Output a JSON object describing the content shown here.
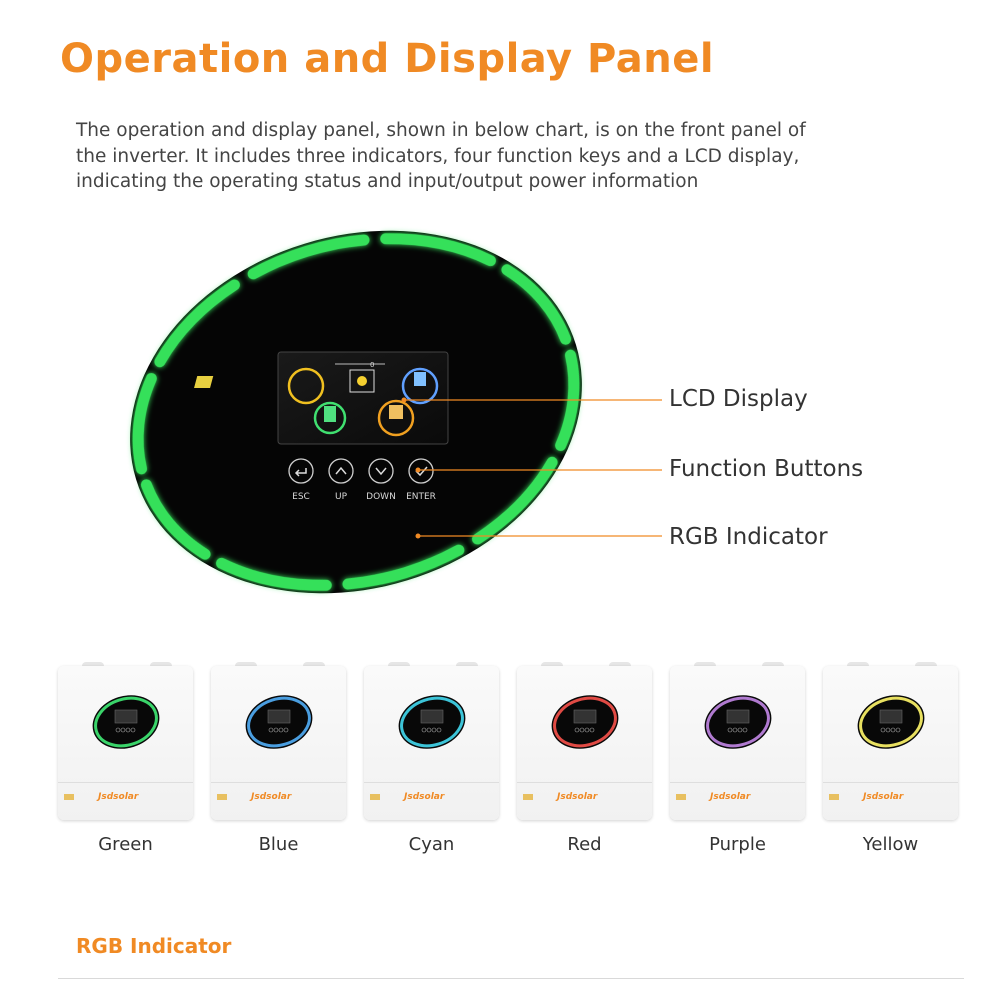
{
  "title": "Operation and Display Panel",
  "intro_lines": [
    "The operation and display panel, shown in below chart, is on the front panel of",
    "the inverter. It includes three indicators, four function keys and a LCD display,",
    "indicating the operating status and input/output power information"
  ],
  "panel": {
    "ring_color": "#34e05a",
    "buttons": [
      "ESC",
      "UP",
      "DOWN",
      "ENTER"
    ],
    "button_icons": [
      "return-arrow-icon",
      "chevron-up-icon",
      "chevron-down-icon",
      "checkmark-icon"
    ]
  },
  "callouts": {
    "lcd": "LCD Display",
    "buttons": "Function Buttons",
    "rgb": "RGB Indicator"
  },
  "variants": [
    {
      "name": "Green",
      "color": "#3ad46a"
    },
    {
      "name": "Blue",
      "color": "#4a9ee0"
    },
    {
      "name": "Cyan",
      "color": "#3cc4d8"
    },
    {
      "name": "Red",
      "color": "#e04a44"
    },
    {
      "name": "Purple",
      "color": "#b07ad0"
    },
    {
      "name": "Yellow",
      "color": "#e8e060"
    }
  ],
  "section_title": "RGB Indicator",
  "colors": {
    "accent": "#f08a24"
  }
}
